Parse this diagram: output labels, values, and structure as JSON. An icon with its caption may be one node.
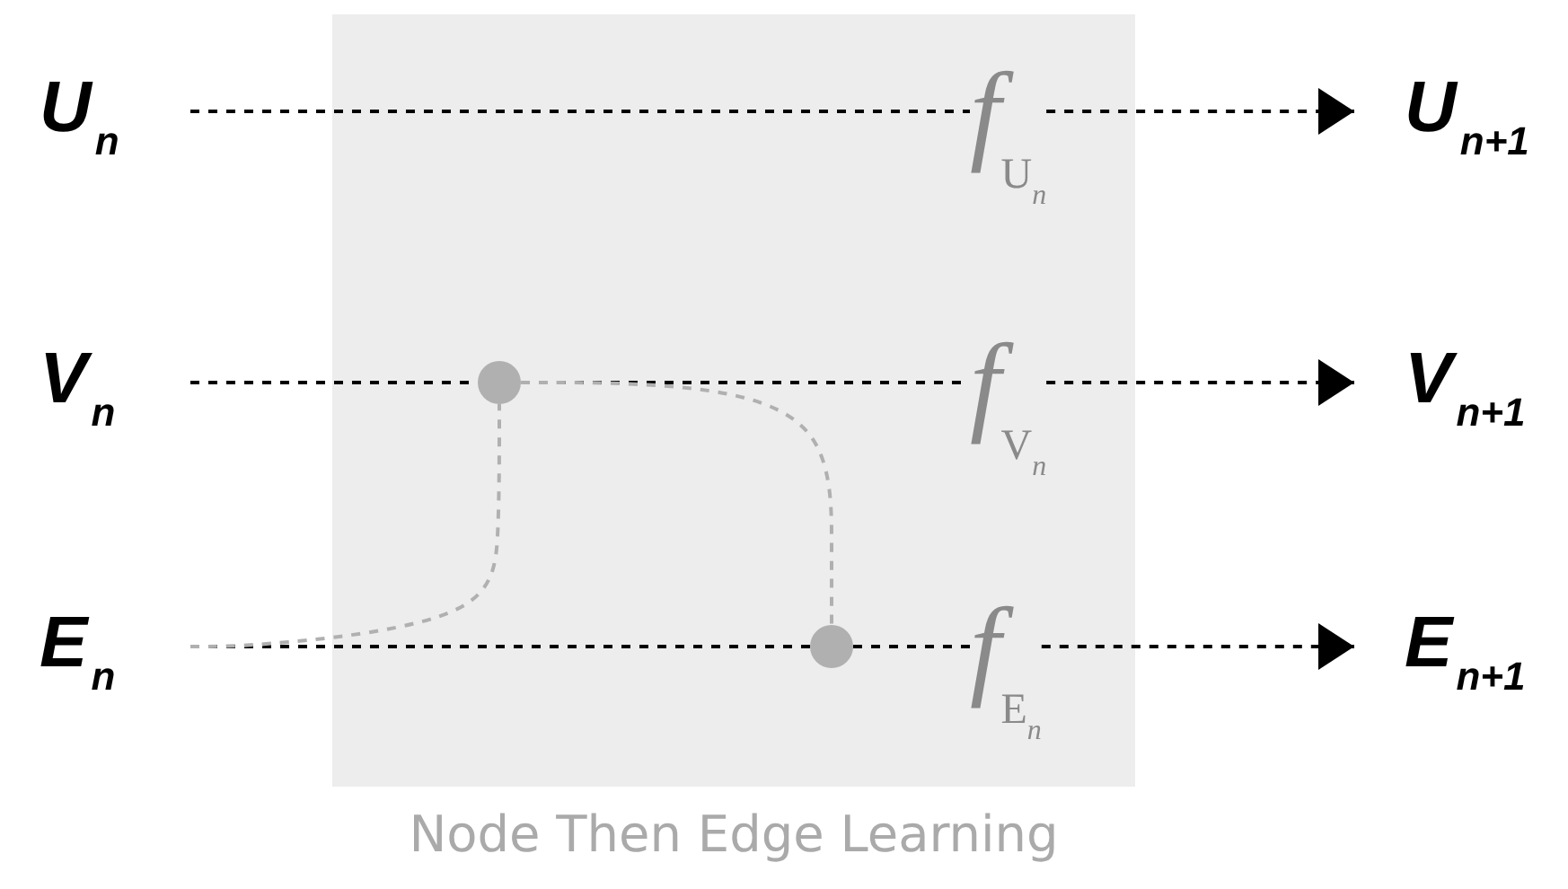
{
  "diagram": {
    "nodes": [
      {
        "text": [
          "Node Then Edge Learning"
        ]
      },
      {
        "text": [
          "U$_{n}$"
        ]
      },
      {
        "text": [
          "V$_{n}$"
        ]
      },
      {
        "text": [
          "E$_{n}$"
        ]
      },
      {
        "text": [],
        "shape": "circle",
        "in": 0
      },
      {
        "text": [],
        "shape": "circle",
        "in": 0
      },
      {
        "text": [
          "f$_{U}$$_{n}$"
        ],
        "in": 0
      },
      {
        "text": [
          "f$_{V}$$_{n}$"
        ],
        "in": 0
      },
      {
        "text": [
          "f$_{E}$$_{n}$"
        ],
        "in": 0
      },
      {
        "text": [
          "U$_{n+1}$"
        ]
      },
      {
        "text": [
          "V$_{n+1}$"
        ]
      },
      {
        "text": [
          "E$_{n+1}$"
        ]
      }
    ],
    "edges": [
      {
        "from": 1,
        "to": 6,
        "arrow": "none",
        "style": "dashed"
      },
      {
        "from": 6,
        "to": 9,
        "arrow": "to",
        "style": "dashed"
      },
      {
        "from": 2,
        "to": 4,
        "arrow": "none",
        "style": "dashed"
      },
      {
        "from": 4,
        "to": 7,
        "arrow": "none",
        "style": "dashed"
      },
      {
        "from": 7,
        "to": 10,
        "arrow": "to",
        "style": "dashed"
      },
      {
        "from": 3,
        "to": 5,
        "arrow": "none",
        "style": "dashed"
      },
      {
        "from": 5,
        "to": 8,
        "arrow": "none",
        "style": "dashed"
      },
      {
        "from": 8,
        "to": 11,
        "arrow": "to",
        "style": "dashed"
      },
      {
        "from": 3,
        "to": 4,
        "arrow": "none",
        "style": "dashed",
        "color": "#b0b0b0"
      },
      {
        "from": 4,
        "to": 5,
        "arrow": "none",
        "style": "dashed",
        "color": "#b0b0b0"
      }
    ]
  }
}
